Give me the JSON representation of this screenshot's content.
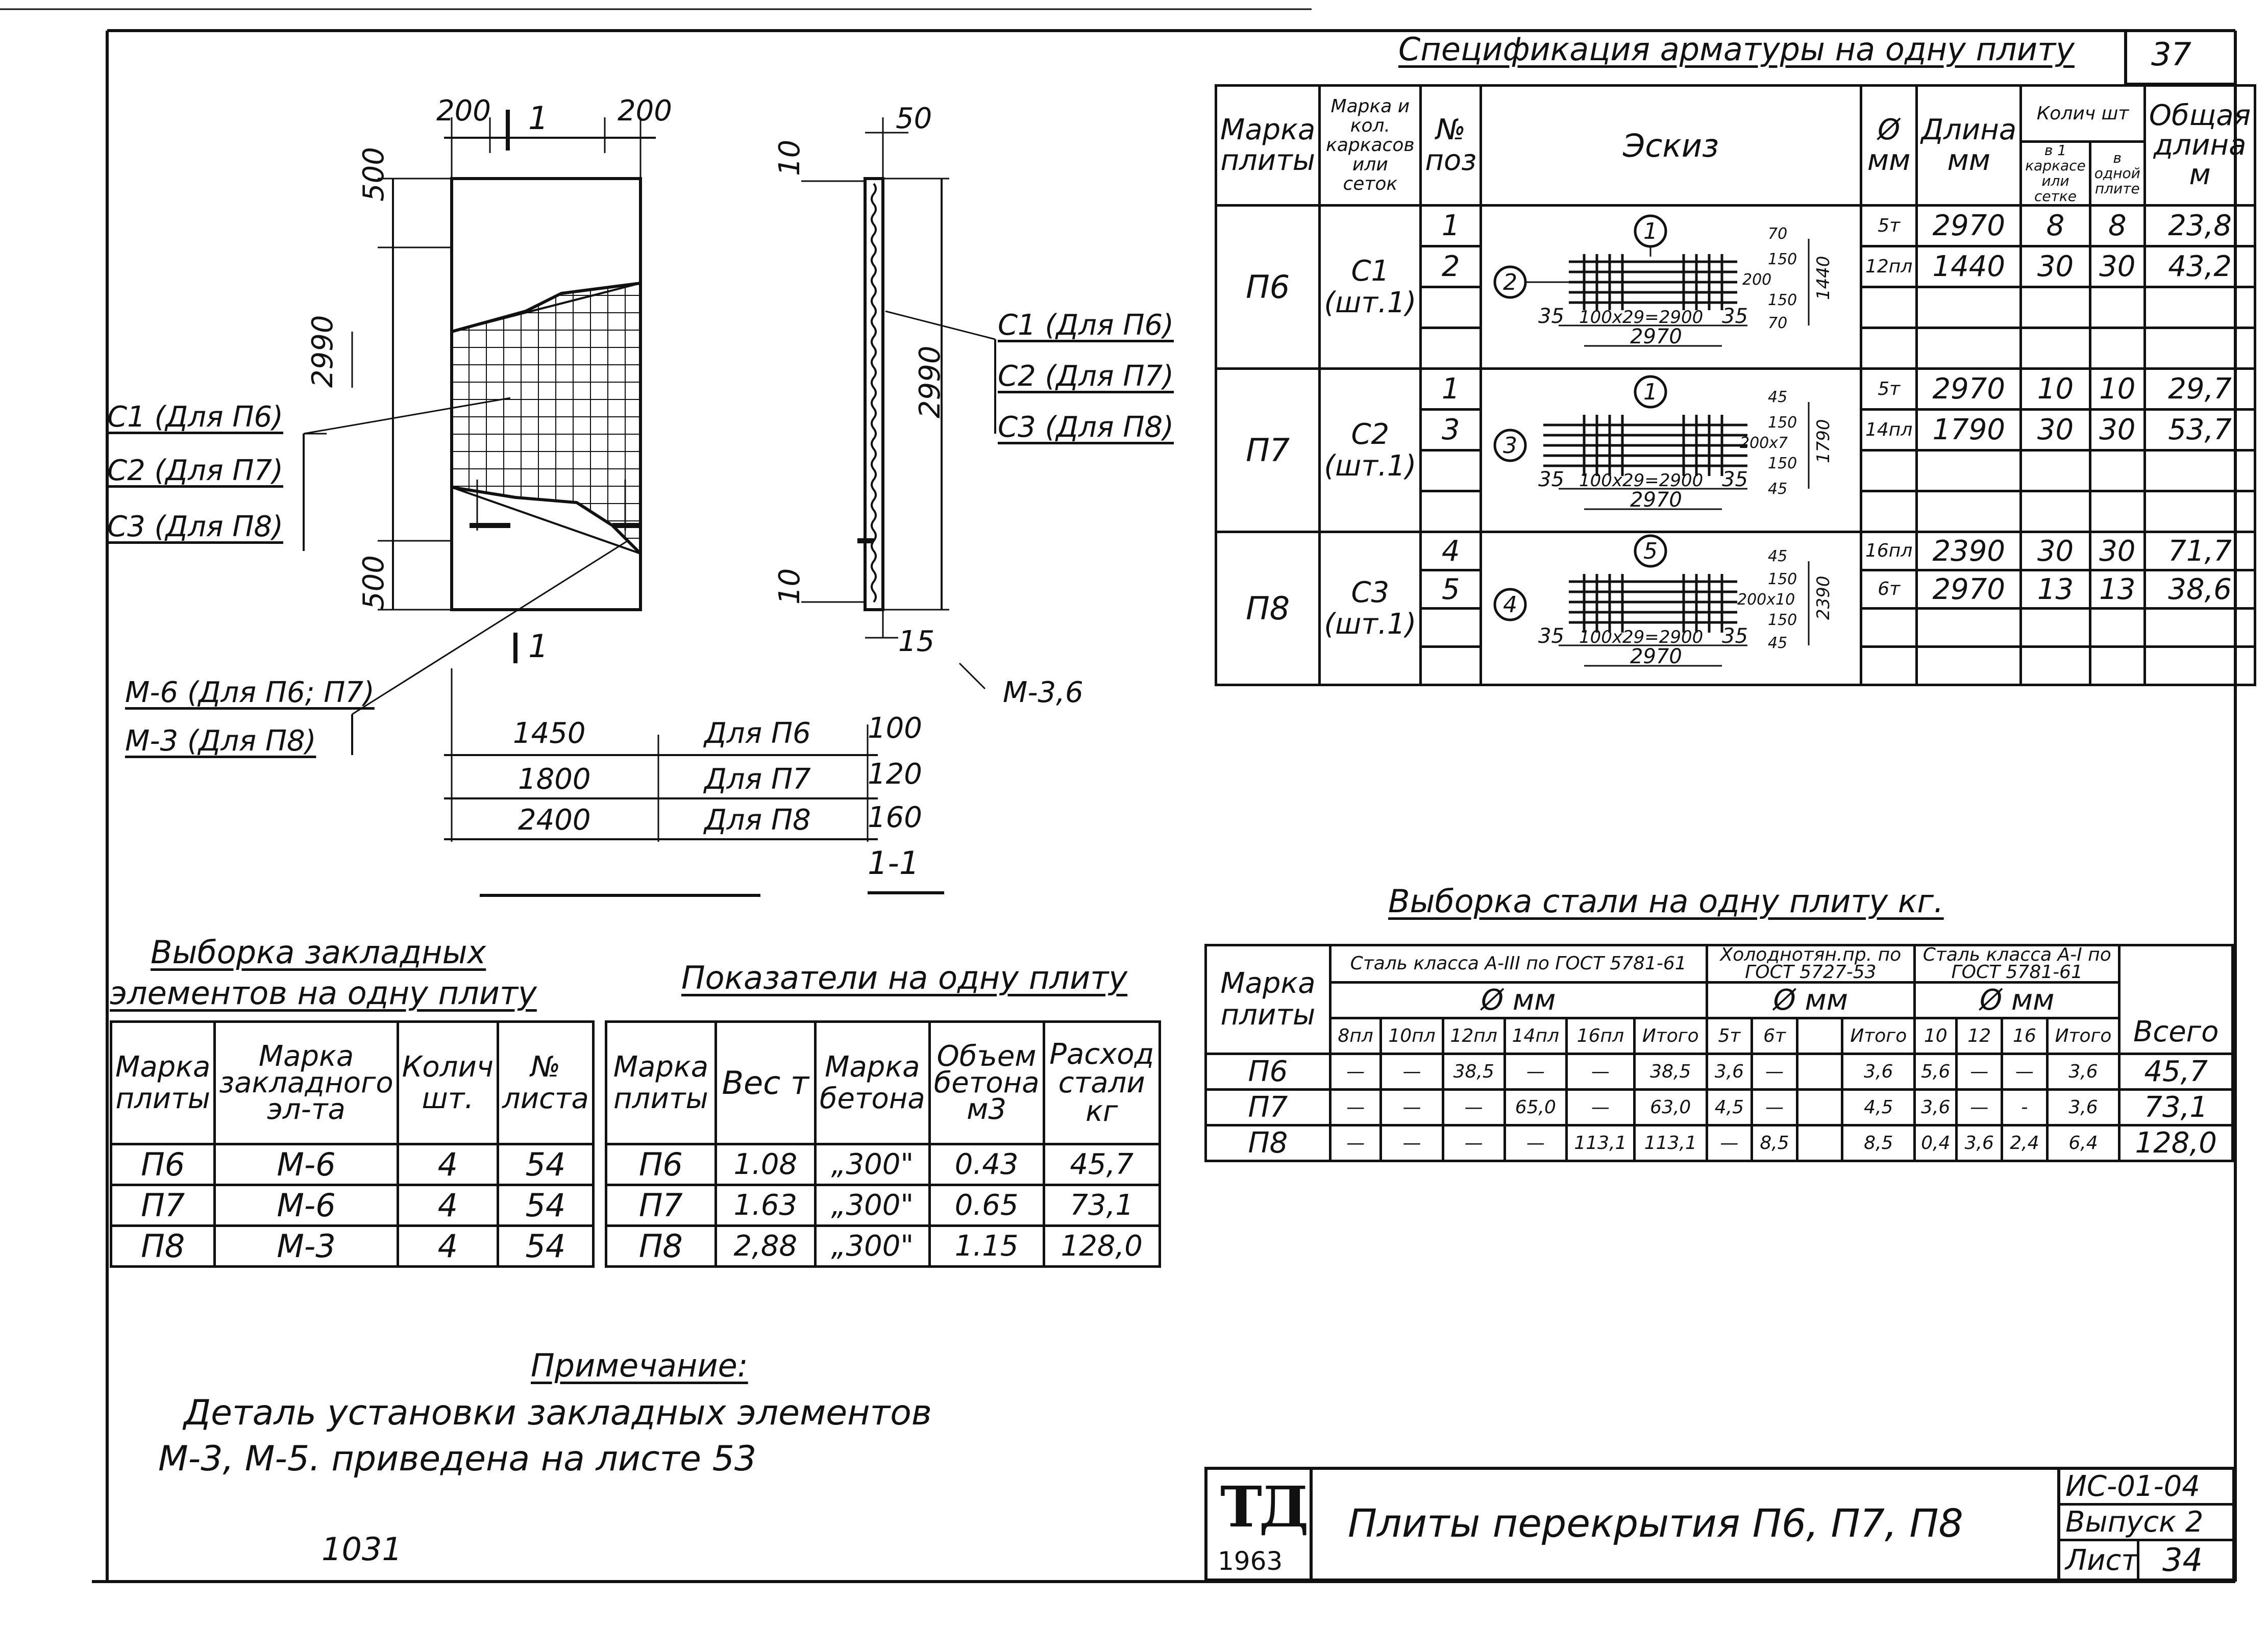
{
  "sheet_number_top": "37",
  "plan_view": {
    "dim_top_left": "200",
    "dim_top_right": "200",
    "section_mark_top": "1",
    "section_mark_bottom": "1",
    "dim_500_top": "500",
    "dim_500_bottom": "500",
    "dim_total": "2990",
    "mesh_labels": [
      "С1 (Для П6)",
      "С2 (Для П7)",
      "С3 (Для П8)"
    ],
    "embed_labels": [
      "М-6 (Для П6; П7)",
      "М-3 (Для П8)"
    ]
  },
  "section_view": {
    "dim_top": "50",
    "dim_left_top": "10",
    "dim_left_bottom": "10",
    "dim_bottom": "15",
    "dim_total": "2990",
    "mesh_labels": [
      "С1 (Для П6)",
      "С2 (Для П7)",
      "С3 (Для П8)"
    ],
    "embed_label": "М-3,6",
    "section_title": "1-1"
  },
  "width_table": [
    {
      "length": "1450",
      "plate": "Для П6",
      "side": "100"
    },
    {
      "length": "1800",
      "plate": "Для П7",
      "side": "120"
    },
    {
      "length": "2400",
      "plate": "Для П8",
      "side": "160"
    }
  ],
  "rebar_spec": {
    "title": "Спецификация арматуры на одну плиту",
    "headers": {
      "plate": "Марка плиты",
      "mesh": "Марка и кол. каркасов или сеток",
      "pos": "№ поз",
      "sketch": "Эскиз",
      "dia": "Ø мм",
      "length": "Длина мм",
      "qty_group": "Колич шт",
      "qty_frame": "в 1 каркасе или сетке",
      "qty_plate": "в одной плите",
      "total": "Общая длина м"
    },
    "rows": [
      {
        "plate": "П6",
        "mesh": "С1 (шт.1)",
        "items": [
          {
            "pos": "1",
            "dia": "5т",
            "len": "2970",
            "q1": "8",
            "q2": "8",
            "tot": "23,8"
          },
          {
            "pos": "2",
            "dia": "12пл",
            "len": "1440",
            "q1": "30",
            "q2": "30",
            "tot": "43,2"
          }
        ],
        "sketch": {
          "c1": "1",
          "c2": "2",
          "d1": "70",
          "d2": "150",
          "d3": "200",
          "d4": "150",
          "d5": "70",
          "h": "1440",
          "a": "35",
          "b": "100x29=2900",
          "c": "35",
          "w": "2970"
        }
      },
      {
        "plate": "П7",
        "mesh": "С2 (шт.1)",
        "items": [
          {
            "pos": "1",
            "dia": "5т",
            "len": "2970",
            "q1": "10",
            "q2": "10",
            "tot": "29,7"
          },
          {
            "pos": "3",
            "dia": "14пл",
            "len": "1790",
            "q1": "30",
            "q2": "30",
            "tot": "53,7"
          }
        ],
        "sketch": {
          "c1": "1",
          "c2": "3",
          "d1": "45",
          "d2": "150",
          "d3": "200x7",
          "d4": "150",
          "d5": "45",
          "h": "1790",
          "a": "35",
          "b": "100x29=2900",
          "c": "35",
          "w": "2970"
        }
      },
      {
        "plate": "П8",
        "mesh": "С3 (шт.1)",
        "items": [
          {
            "pos": "4",
            "dia": "16пл",
            "len": "2390",
            "q1": "30",
            "q2": "30",
            "tot": "71,7"
          },
          {
            "pos": "5",
            "dia": "6т",
            "len": "2970",
            "q1": "13",
            "q2": "13",
            "tot": "38,6"
          }
        ],
        "sketch": {
          "c1": "5",
          "c2": "4",
          "d1": "45",
          "d2": "150",
          "d3": "200x10",
          "d4": "150",
          "d5": "45",
          "h": "2390",
          "a": "35",
          "b": "100x29=2900",
          "c": "35",
          "w": "2970"
        }
      }
    ]
  },
  "embed_table": {
    "title_line1": "Выборка закладных",
    "title_line2": "элементов на одну плиту",
    "headers": [
      "Марка плиты",
      "Марка закладного эл-та",
      "Колич шт.",
      "№ листа"
    ],
    "rows": [
      [
        "П6",
        "М-6",
        "4",
        "54"
      ],
      [
        "П7",
        "М-6",
        "4",
        "54"
      ],
      [
        "П8",
        "М-3",
        "4",
        "54"
      ]
    ]
  },
  "indicators_table": {
    "title": "Показатели на одну плиту",
    "headers": [
      "Марка плиты",
      "Вес т",
      "Марка бетона",
      "Объем бетона м3",
      "Расход стали кг"
    ],
    "rows": [
      [
        "П6",
        "1.08",
        "„300\"",
        "0.43",
        "45,7"
      ],
      [
        "П7",
        "1.63",
        "„300\"",
        "0.65",
        "73,1"
      ],
      [
        "П8",
        "2,88",
        "„300\"",
        "1.15",
        "128,0"
      ]
    ]
  },
  "steel_table": {
    "title": "Выборка стали на одну плиту кг.",
    "plate_header": "Марка плиты",
    "group1": "Сталь класса А-III по ГОСТ 5781-61",
    "group2": "Холоднотян.пр. по ГОСТ 5727-53",
    "group3": "Сталь класса А-I по ГОСТ 5781-61",
    "dia_label": "Ø мм",
    "g1_cols": [
      "8пл",
      "10пл",
      "12пл",
      "14пл",
      "16пл",
      "Итого"
    ],
    "g2_cols": [
      "5т",
      "6т",
      "",
      "Итого"
    ],
    "g3_cols": [
      "10",
      "12",
      "16",
      "Итого"
    ],
    "total_header": "Всего",
    "rows": [
      {
        "plate": "П6",
        "g1": [
          "—",
          "—",
          "38,5",
          "—",
          "—",
          "38,5"
        ],
        "g2": [
          "3,6",
          "—",
          "",
          "3,6"
        ],
        "g3": [
          "5,6",
          "—",
          "—",
          "3,6"
        ],
        "total": "45,7"
      },
      {
        "plate": "П7",
        "g1": [
          "—",
          "—",
          "—",
          "65,0",
          "—",
          "63,0"
        ],
        "g2": [
          "4,5",
          "—",
          "",
          "4,5"
        ],
        "g3": [
          "3,6",
          "—",
          "-",
          "3,6"
        ],
        "total": "73,1"
      },
      {
        "plate": "П8",
        "g1": [
          "—",
          "—",
          "—",
          "—",
          "113,1",
          "113,1"
        ],
        "g2": [
          "—",
          "8,5",
          "",
          "8,5"
        ],
        "g3": [
          "0,4",
          "3,6",
          "2,4",
          "6,4"
        ],
        "total": "128,0"
      }
    ]
  },
  "note": {
    "title": "Примечание:",
    "line1": "Деталь установки закладных элементов",
    "line2": "М-3, М-5. приведена на листе 53"
  },
  "page_code": "1031",
  "title_block": {
    "logo": "ТД",
    "year": "1963",
    "title": "Плиты перекрытия П6, П7, П8",
    "series": "ИС-01-04",
    "issue": "Выпуск 2",
    "sheet_label": "Лист",
    "sheet": "34"
  }
}
